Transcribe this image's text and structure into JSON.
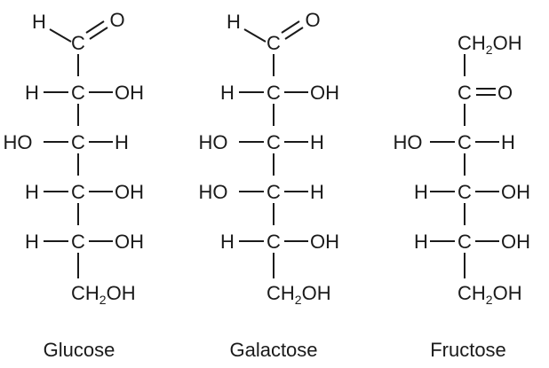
{
  "molecules": [
    {
      "name": "Glucose",
      "aldehyde": {
        "h": "H",
        "c": "C",
        "o": "O"
      },
      "rows": [
        {
          "left": "H",
          "center": "C",
          "right": "OH"
        },
        {
          "left": "HO",
          "center": "C",
          "right": "H"
        },
        {
          "left": "H",
          "center": "C",
          "right": "OH"
        },
        {
          "left": "H",
          "center": "C",
          "right": "OH"
        }
      ],
      "bottom": {
        "pre": "CH",
        "sub": "2",
        "post": "OH"
      }
    },
    {
      "name": "Galactose",
      "aldehyde": {
        "h": "H",
        "c": "C",
        "o": "O"
      },
      "rows": [
        {
          "left": "H",
          "center": "C",
          "right": "OH"
        },
        {
          "left": "HO",
          "center": "C",
          "right": "H"
        },
        {
          "left": "HO",
          "center": "C",
          "right": "H"
        },
        {
          "left": "H",
          "center": "C",
          "right": "OH"
        }
      ],
      "bottom": {
        "pre": "CH",
        "sub": "2",
        "post": "OH"
      }
    },
    {
      "name": "Fructose",
      "top": {
        "pre": "CH",
        "sub": "2",
        "post": "OH"
      },
      "ketone": {
        "c": "C",
        "o": "O"
      },
      "rows": [
        {
          "left": "HO",
          "center": "C",
          "right": "H"
        },
        {
          "left": "H",
          "center": "C",
          "right": "OH"
        },
        {
          "left": "H",
          "center": "C",
          "right": "OH"
        }
      ],
      "bottom": {
        "pre": "CH",
        "sub": "2",
        "post": "OH"
      }
    }
  ]
}
